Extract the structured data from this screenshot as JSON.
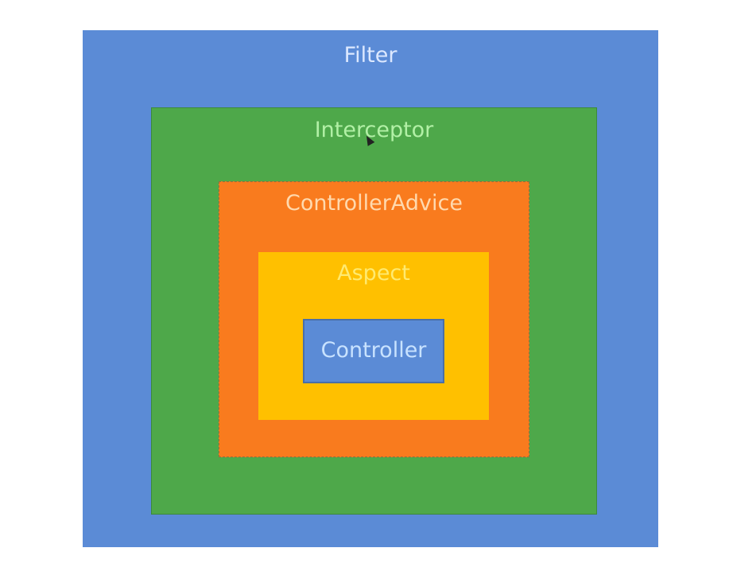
{
  "diagram": {
    "layers": {
      "filter": {
        "label": "Filter",
        "color": "#5B8BD6"
      },
      "interceptor": {
        "label": "Interceptor",
        "color": "#4EA84A"
      },
      "controller_advice": {
        "label": "ControllerAdvice",
        "color": "#F97B1E"
      },
      "aspect": {
        "label": "Aspect",
        "color": "#FFC000"
      },
      "controller": {
        "label": "Controller",
        "color": "#5B8BD6"
      }
    }
  }
}
